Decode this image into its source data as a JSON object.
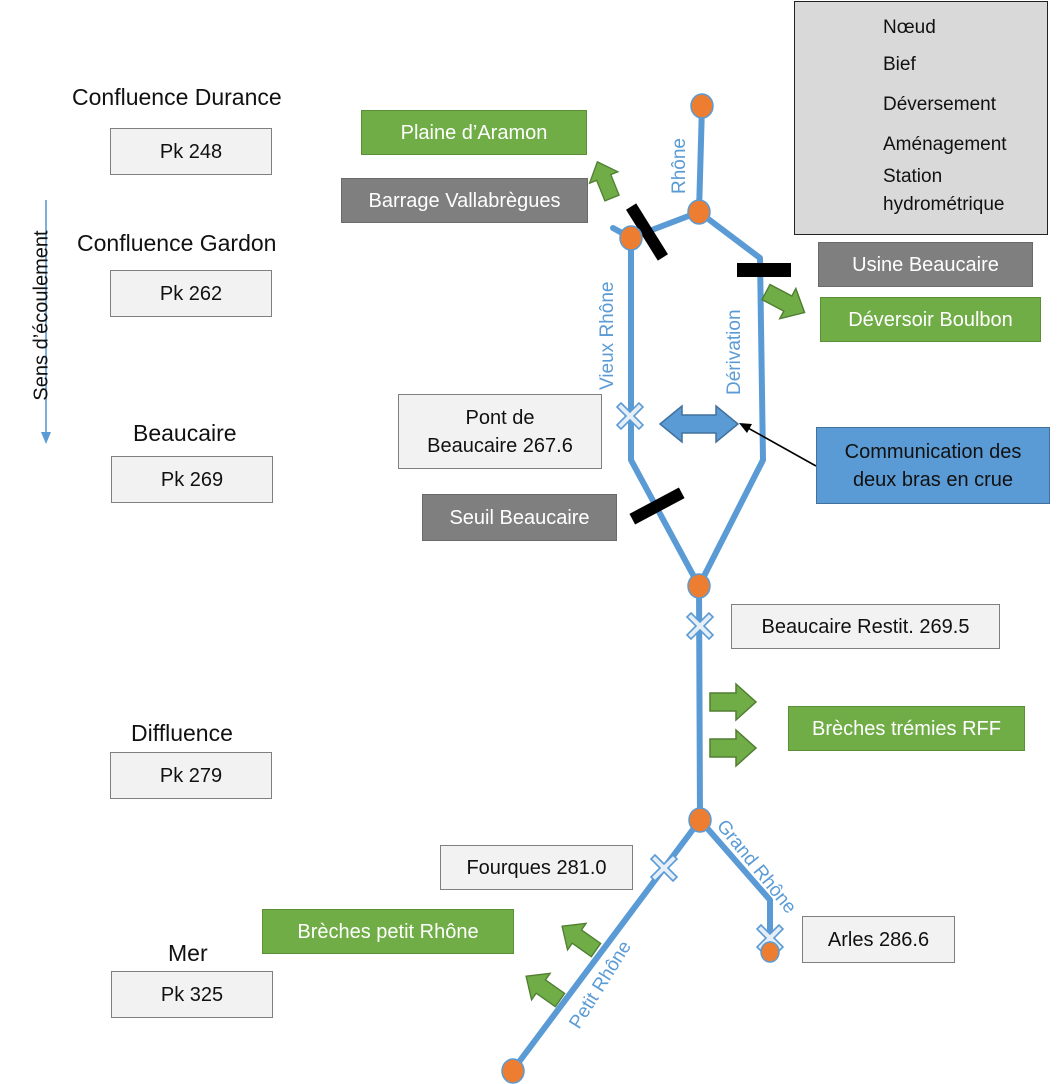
{
  "pk_markers": [
    {
      "title": "Confluence Durance",
      "pk": "Pk 248"
    },
    {
      "title": "Confluence Gardon",
      "pk": "Pk 262"
    },
    {
      "title": "Beaucaire",
      "pk": "Pk 269"
    },
    {
      "title": "Diffluence",
      "pk": "Pk 279"
    },
    {
      "title": "Mer",
      "pk": "Pk 325"
    }
  ],
  "flow_direction": "Sens d’écoulement",
  "legend": {
    "node": "Nœud",
    "reach": "Bief",
    "overflow": "Déversement",
    "structure": "Aménagement",
    "station_line1": "Station",
    "station_line2": "hydrométrique"
  },
  "river_labels": {
    "rhone": "Rhône",
    "vieux_rhone": "Vieux Rhône",
    "derivation": "Dérivation",
    "grand_rhone": "Grand Rhône",
    "petit_rhone": "Petit Rhône"
  },
  "overflow_labels": {
    "plaine_aramon": "Plaine d’Aramon",
    "deversoir_boulbon": "Déversoir Boulbon",
    "breches_tremies": "Brèches trémies RFF",
    "breches_petit_rhone": "Brèches petit Rhône"
  },
  "structure_labels": {
    "barrage_vallabregues": "Barrage Vallabrègues",
    "usine_beaucaire": "Usine Beaucaire",
    "seuil_beaucaire": "Seuil Beaucaire"
  },
  "stations": {
    "pont_beaucaire_line1": "Pont de",
    "pont_beaucaire_line2": "Beaucaire 267.6",
    "beaucaire_restit": "Beaucaire Restit. 269.5",
    "fourques": "Fourques 281.0",
    "arles": "Arles 286.6"
  },
  "communication": {
    "line1": "Communication des",
    "line2": "deux bras en crue"
  },
  "colors": {
    "river": "#5b9bd5",
    "node": "#ed7d31",
    "overflow": "#70ad47",
    "structure": "#000000",
    "gray_box": "#7f7f7f",
    "blue_box": "#5b9bd5",
    "legend_bg": "#d9d9d9"
  }
}
